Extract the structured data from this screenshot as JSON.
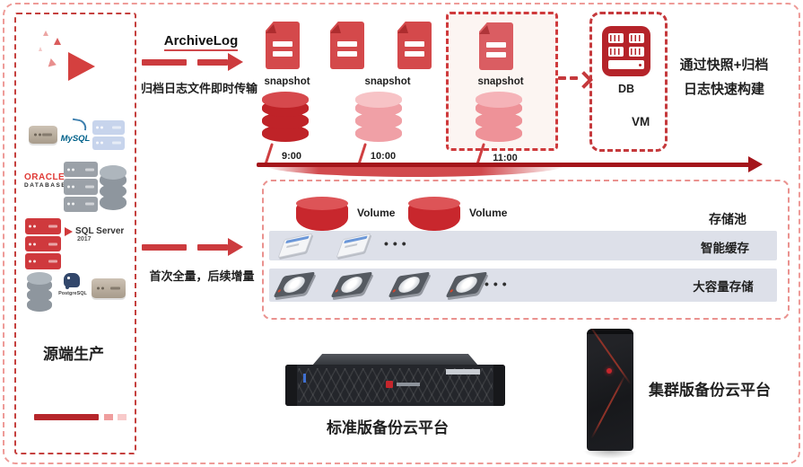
{
  "source_panel": {
    "label": "源端生产",
    "mysql": "MySQL",
    "oracle_line1": "ORACLE",
    "oracle_line2": "DATABASE",
    "sqlserver_line1": "SQL Server",
    "sqlserver_line2": "2017",
    "postgresql": "PostgreSQL"
  },
  "archive_flow": {
    "title": "ArchiveLog",
    "subtitle": "归档日志文件即时传输",
    "snapshot_labels": [
      "snapshot",
      "snapshot",
      "snapshot"
    ],
    "times": [
      "9:00",
      "10:00",
      "11:00"
    ],
    "db_label": "DB",
    "vm_label": "VM",
    "caption_line1": "通过快照+归档",
    "caption_line2": "日志快速构建"
  },
  "full_flow": {
    "subtitle": "首次全量，后续增量"
  },
  "storage_pool": {
    "volume_label_1": "Volume",
    "volume_label_2": "Volume",
    "pool_label": "存储池",
    "cache_label": "智能缓存",
    "bulk_label": "大容量存储",
    "ellipsis_cache": "•••",
    "ellipsis_bulk": "•••"
  },
  "platforms": {
    "standard_label": "标准版备份云平台",
    "cluster_label": "集群版备份云平台"
  },
  "colors": {
    "primary_red": "#c9353b",
    "dark_red": "#a4151b",
    "pink_cylinder": "#f0a0a6",
    "gray_bar": "#dde0e9",
    "highlight_bg": "#fcf5f2"
  },
  "icons": {
    "logo": "scatter-triangles-play-logo",
    "snapshot_file": "red-document-icon",
    "database": "database-cylinder-icon",
    "db_server": "red-db-server-icon",
    "ssd": "ssd-card-icon",
    "hdd": "hdd-disk-icon",
    "rack": "rack-server-photo",
    "tower": "tower-server-photo"
  }
}
